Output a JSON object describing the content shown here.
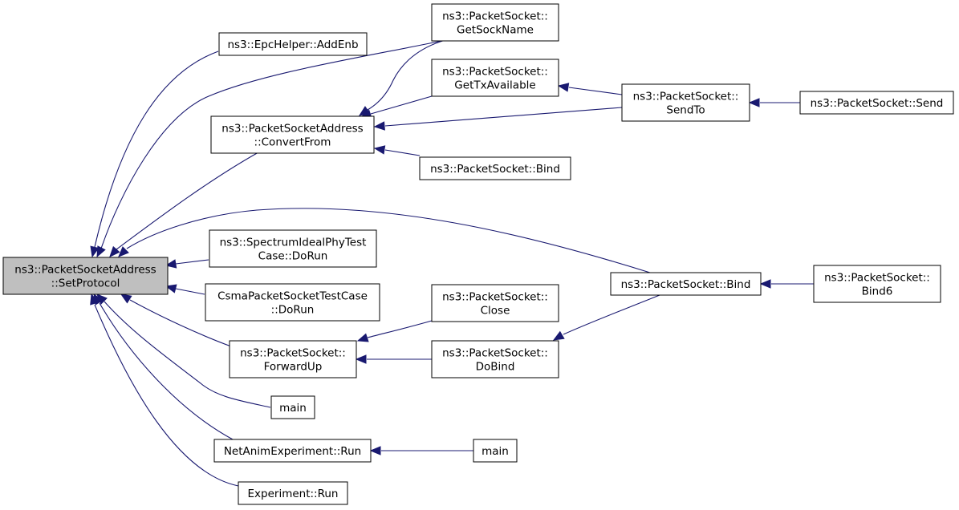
{
  "colors": {
    "edge": "#191970",
    "focus_fill": "#bfbfbf",
    "node_fill": "#ffffff",
    "border": "#000000"
  },
  "nodes": {
    "setprotocol": {
      "lines": [
        "ns3::PacketSocketAddress",
        "::SetProtocol"
      ],
      "focus": true
    },
    "addenb": {
      "lines": [
        "ns3::EpcHelper::AddEnb"
      ]
    },
    "convertfrom": {
      "lines": [
        "ns3::PacketSocketAddress",
        "::ConvertFrom"
      ]
    },
    "spectrum": {
      "lines": [
        "ns3::SpectrumIdealPhyTest",
        "Case::DoRun"
      ]
    },
    "csma": {
      "lines": [
        "CsmaPacketSocketTestCase",
        "::DoRun"
      ]
    },
    "forwardup": {
      "lines": [
        "ns3::PacketSocket::",
        "ForwardUp"
      ]
    },
    "main1": {
      "lines": [
        "main"
      ]
    },
    "netanim": {
      "lines": [
        "NetAnimExperiment::Run"
      ]
    },
    "experiment": {
      "lines": [
        "Experiment::Run"
      ]
    },
    "getsockname": {
      "lines": [
        "ns3::PacketSocket::",
        "GetSockName"
      ]
    },
    "gettxavail": {
      "lines": [
        "ns3::PacketSocket::",
        "GetTxAvailable"
      ]
    },
    "bind_small": {
      "lines": [
        "ns3::PacketSocket::Bind"
      ]
    },
    "close": {
      "lines": [
        "ns3::PacketSocket::",
        "Close"
      ]
    },
    "dobind": {
      "lines": [
        "ns3::PacketSocket::",
        "DoBind"
      ]
    },
    "main2": {
      "lines": [
        "main"
      ]
    },
    "sendto": {
      "lines": [
        "ns3::PacketSocket::",
        "SendTo"
      ]
    },
    "bind_big": {
      "lines": [
        "ns3::PacketSocket::Bind"
      ]
    },
    "send": {
      "lines": [
        "ns3::PacketSocket::Send"
      ]
    },
    "bind6": {
      "lines": [
        "ns3::PacketSocket::",
        "Bind6"
      ]
    }
  }
}
